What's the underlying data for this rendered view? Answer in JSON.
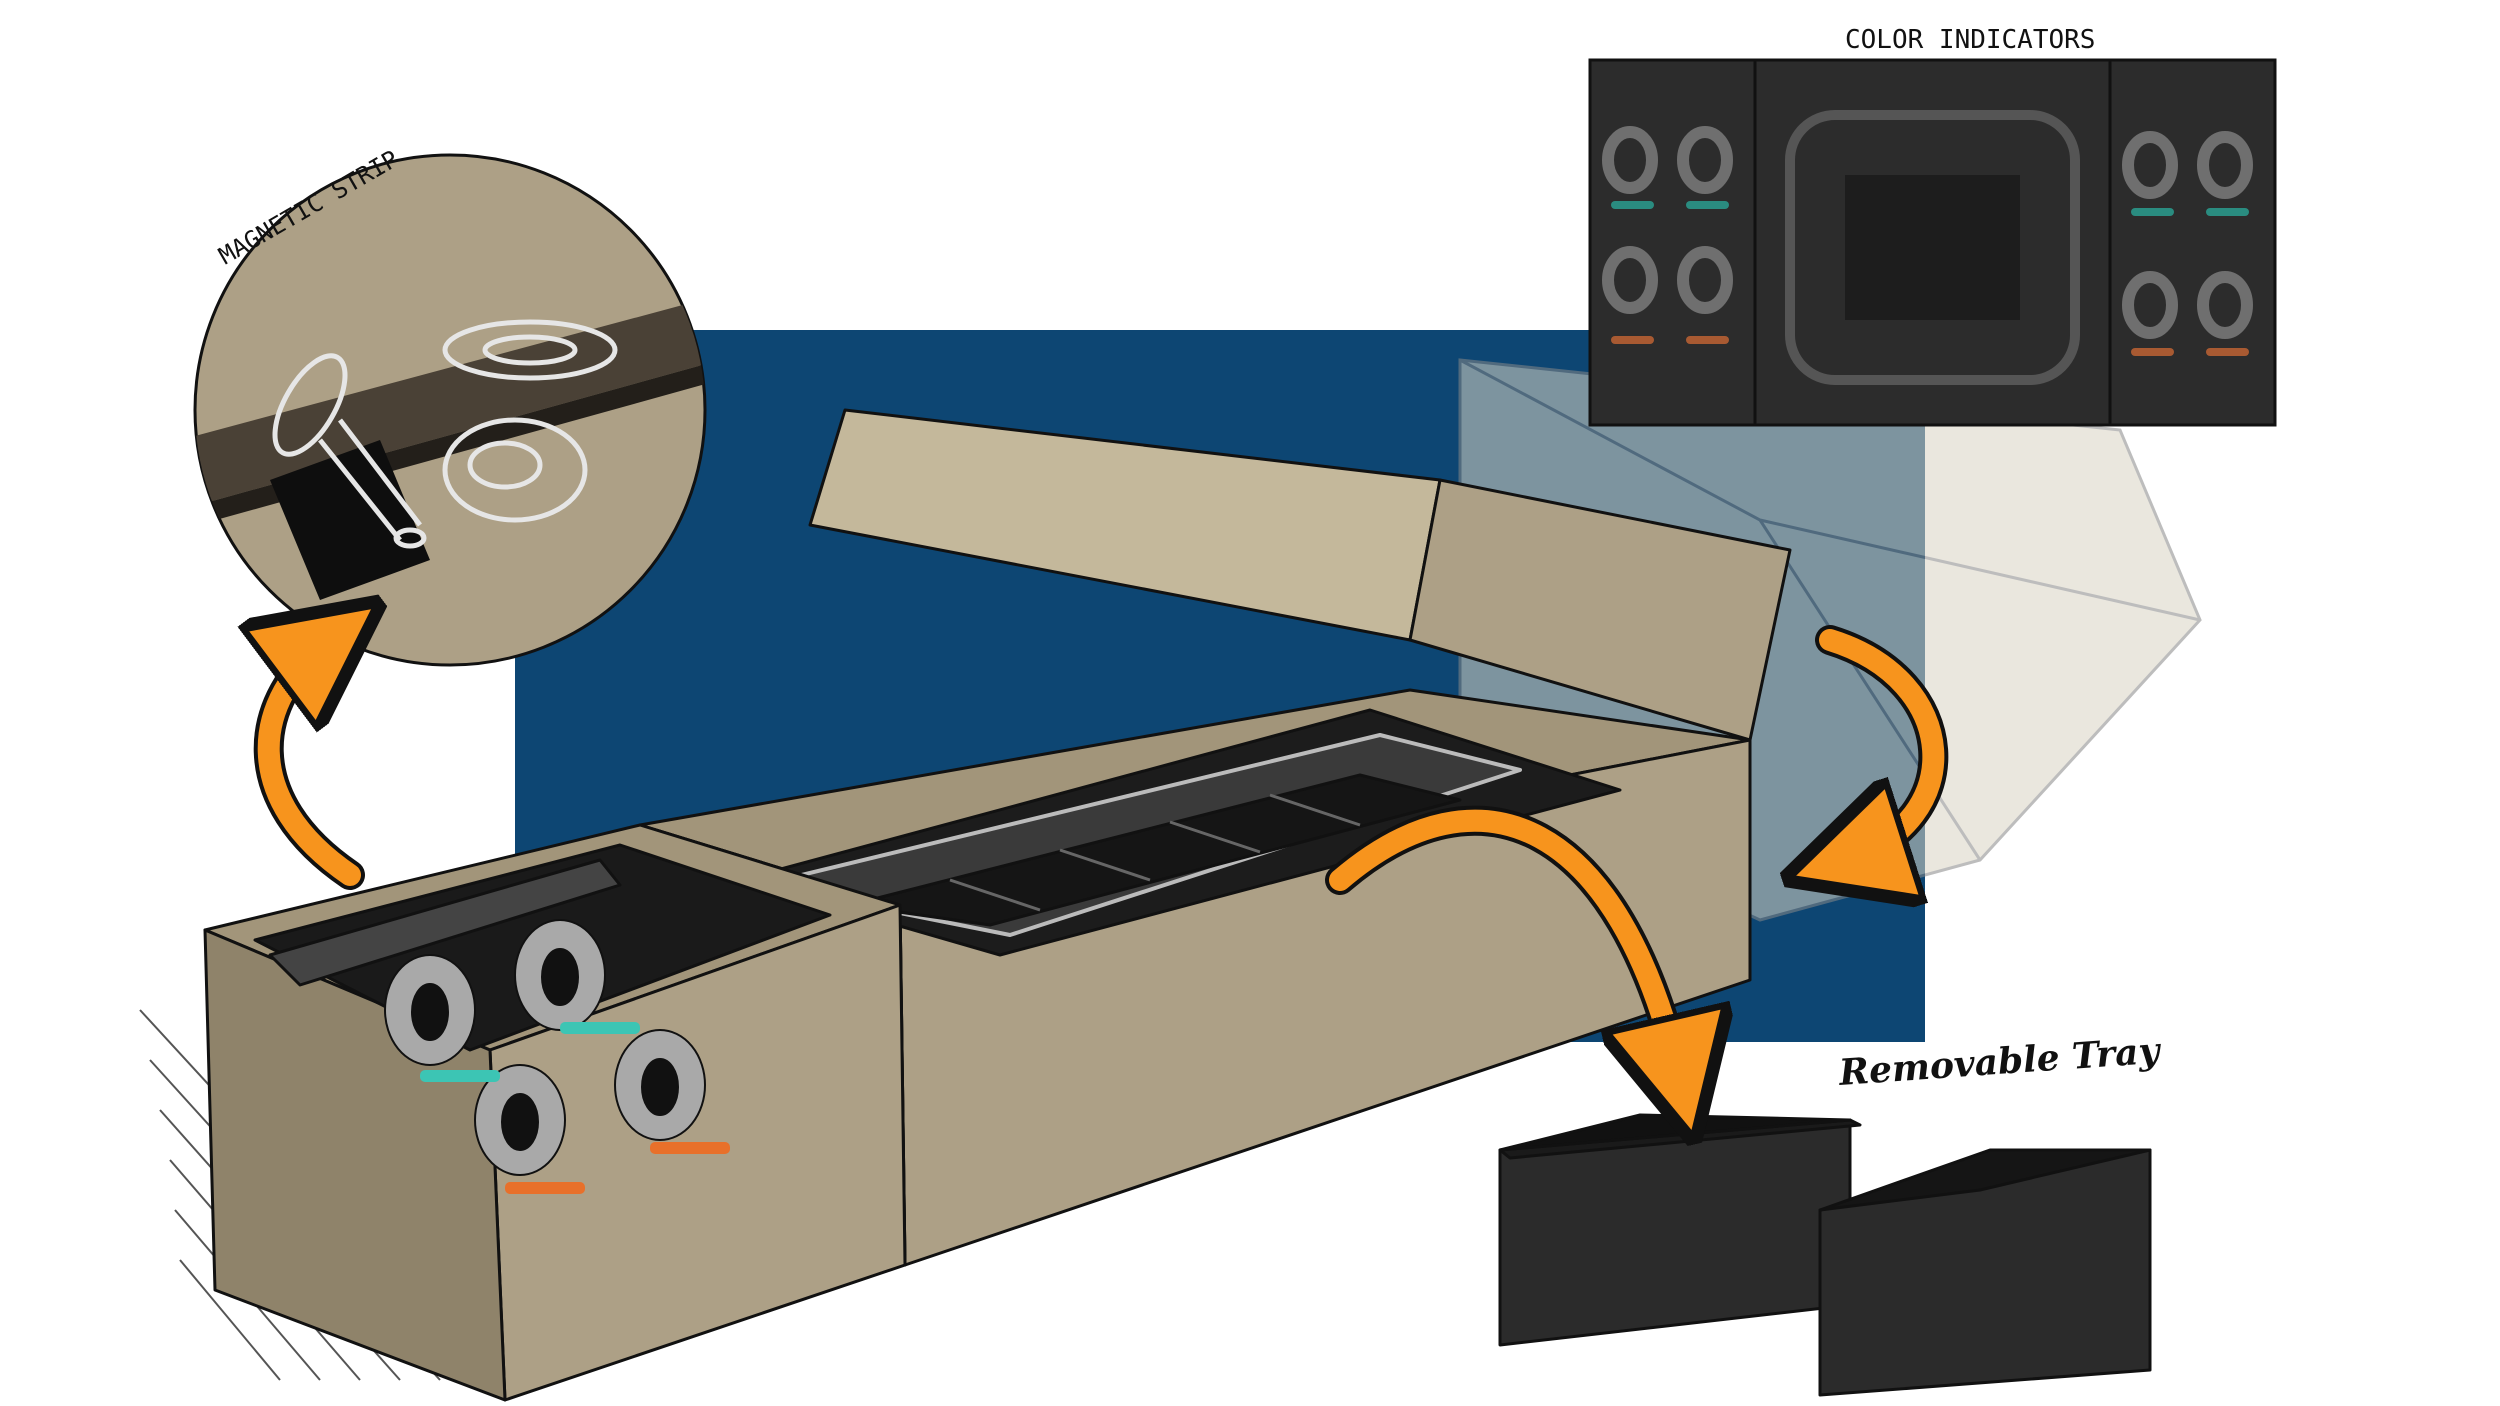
{
  "labels": {
    "magnetic_strip": "MAGNETIC STRIP",
    "color_indicators": "COLOR INDICATORS",
    "removable_tray": "Removable Tray"
  },
  "colors": {
    "backdrop_blue": "#0d4673",
    "cardboard": "#ada086",
    "cardboard_shadow": "#8f836a",
    "tray_black": "#2b2b2b",
    "arrow_orange": "#f7941d",
    "indicator_teal": "#3cc5b4",
    "indicator_orange": "#e8702a"
  },
  "icons": {
    "arrow": "curved-arrow-icon",
    "magnet": "magnet-pin-icon",
    "ring": "ring-icon"
  }
}
